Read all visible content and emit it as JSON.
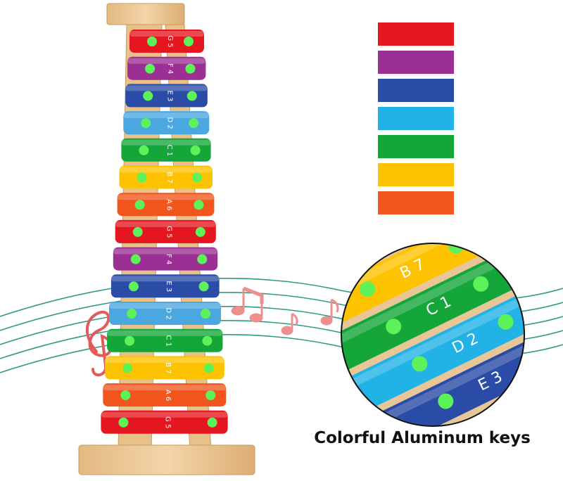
{
  "caption": "Colorful Aluminum keys",
  "colors": {
    "red": "#e4161f",
    "purple": "#9b2f93",
    "blue": "#2a4ca6",
    "light_blue": "#22b3e6",
    "green": "#15a63a",
    "yellow": "#fdc300",
    "orange": "#f2561d",
    "pin_green": "#5ef25a",
    "wood": "#ecc896",
    "staff_line": "#2f9a86",
    "note_pink": "#ee8f8f"
  },
  "swatches": [
    {
      "name": "red",
      "color": "#e4161f"
    },
    {
      "name": "purple",
      "color": "#9b2f93"
    },
    {
      "name": "blue",
      "color": "#2a4ca6"
    },
    {
      "name": "light-blue",
      "color": "#22b3e6"
    },
    {
      "name": "green",
      "color": "#15a63a"
    },
    {
      "name": "yellow",
      "color": "#fdc300"
    },
    {
      "name": "orange",
      "color": "#f2561d"
    }
  ],
  "keys": [
    {
      "note": "G",
      "num": "5",
      "color": "#e4161f"
    },
    {
      "note": "F",
      "num": "4",
      "color": "#9b2f93"
    },
    {
      "note": "E",
      "num": "3",
      "color": "#2a4ca6"
    },
    {
      "note": "D",
      "num": "2",
      "color": "#4aa7e0"
    },
    {
      "note": "C",
      "num": "1",
      "color": "#15a63a"
    },
    {
      "note": "B",
      "num": "7",
      "color": "#fdc300"
    },
    {
      "note": "A",
      "num": "6",
      "color": "#f2561d"
    },
    {
      "note": "G",
      "num": "5",
      "color": "#e4161f"
    },
    {
      "note": "F",
      "num": "4",
      "color": "#9b2f93"
    },
    {
      "note": "E",
      "num": "3",
      "color": "#2a4ca6"
    },
    {
      "note": "D",
      "num": "2",
      "color": "#4aa7e0"
    },
    {
      "note": "C",
      "num": "1",
      "color": "#15a63a"
    },
    {
      "note": "B",
      "num": "7",
      "color": "#fdc300"
    },
    {
      "note": "A",
      "num": "6",
      "color": "#f2561d"
    },
    {
      "note": "G",
      "num": "5",
      "color": "#e4161f"
    }
  ],
  "zoom_keys": [
    {
      "note": "B",
      "num": "7",
      "color": "#fdc300"
    },
    {
      "note": "C",
      "num": "1",
      "color": "#15a63a"
    },
    {
      "note": "D",
      "num": "2",
      "color": "#22b3e6"
    },
    {
      "note": "E",
      "num": "3",
      "color": "#2a4ca6"
    }
  ]
}
